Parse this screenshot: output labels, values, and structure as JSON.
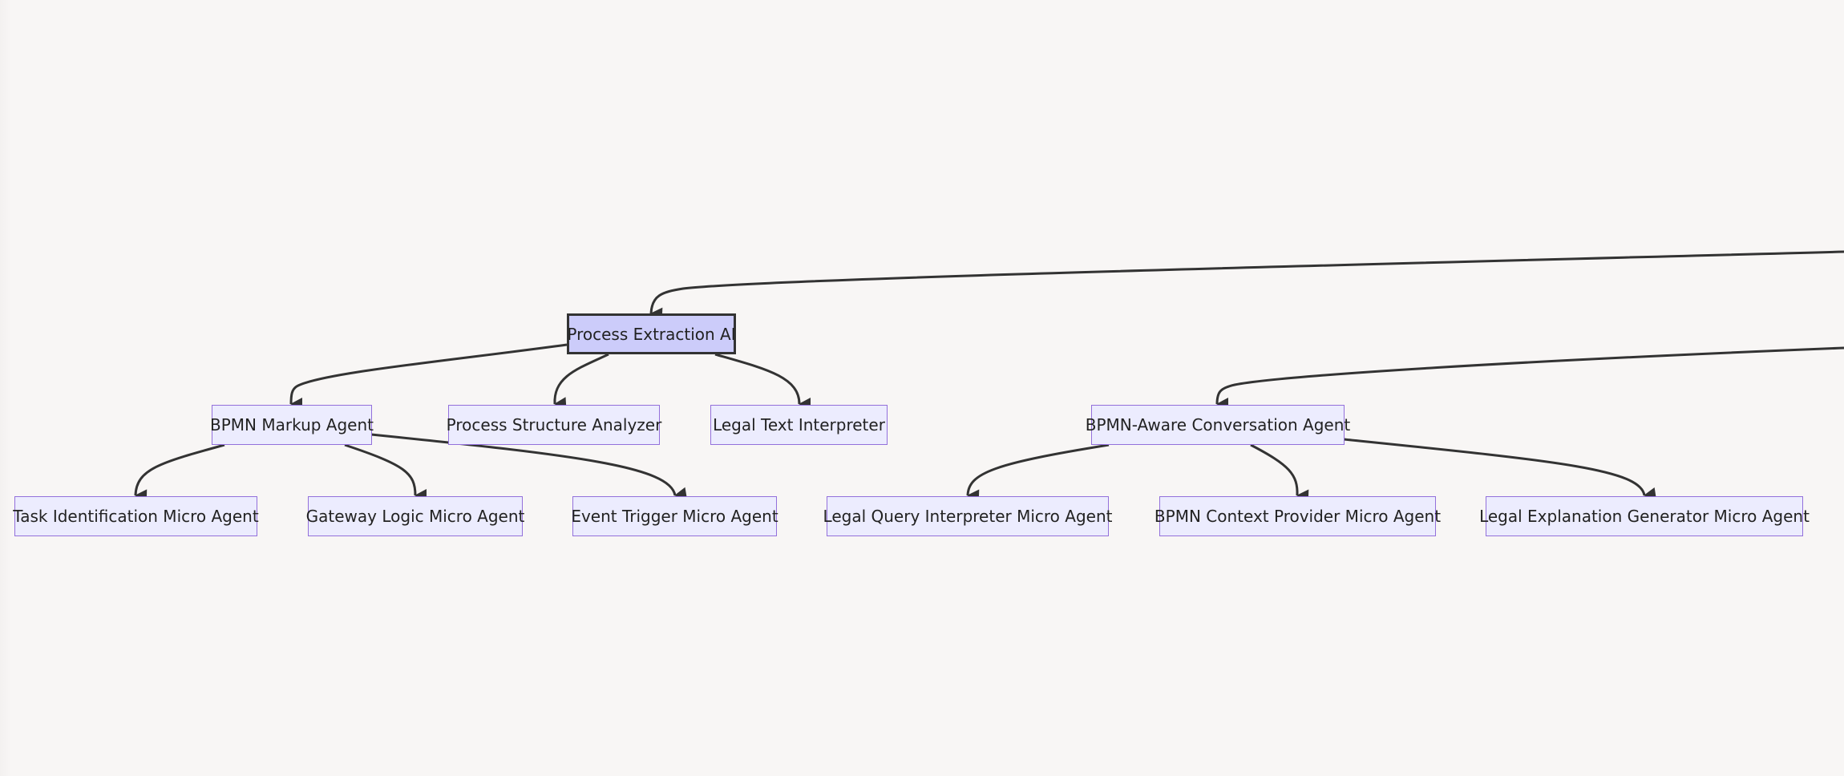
{
  "diagram": {
    "nodes": [
      {
        "id": "process-extraction-ai",
        "label": "Process Extraction AI",
        "primary": true
      },
      {
        "id": "bpmn-markup-agent",
        "label": "BPMN Markup Agent",
        "primary": false
      },
      {
        "id": "process-structure-analyzer",
        "label": "Process Structure Analyzer",
        "primary": false
      },
      {
        "id": "legal-text-interpreter",
        "label": "Legal Text Interpreter",
        "primary": false
      },
      {
        "id": "bpmn-aware-conversation-agent",
        "label": "BPMN-Aware Conversation Agent",
        "primary": false
      },
      {
        "id": "task-identification-micro-agent",
        "label": "Task Identification Micro Agent",
        "primary": false
      },
      {
        "id": "gateway-logic-micro-agent",
        "label": "Gateway Logic Micro Agent",
        "primary": false
      },
      {
        "id": "event-trigger-micro-agent",
        "label": "Event Trigger Micro Agent",
        "primary": false
      },
      {
        "id": "legal-query-interpreter-micro-agent",
        "label": "Legal Query Interpreter Micro Agent",
        "primary": false
      },
      {
        "id": "bpmn-context-provider-micro-agent",
        "label": "BPMN Context Provider Micro Agent",
        "primary": false
      },
      {
        "id": "legal-explanation-generator-micro-agent",
        "label": "Legal Explanation Generator Micro Agent",
        "primary": false
      }
    ],
    "edges": [
      {
        "from": "offscreen-parent",
        "to": "process-extraction-ai"
      },
      {
        "from": "offscreen-parent",
        "to": "bpmn-aware-conversation-agent"
      },
      {
        "from": "process-extraction-ai",
        "to": "bpmn-markup-agent"
      },
      {
        "from": "process-extraction-ai",
        "to": "process-structure-analyzer"
      },
      {
        "from": "process-extraction-ai",
        "to": "legal-text-interpreter"
      },
      {
        "from": "bpmn-markup-agent",
        "to": "task-identification-micro-agent"
      },
      {
        "from": "bpmn-markup-agent",
        "to": "gateway-logic-micro-agent"
      },
      {
        "from": "bpmn-markup-agent",
        "to": "event-trigger-micro-agent"
      },
      {
        "from": "bpmn-aware-conversation-agent",
        "to": "legal-query-interpreter-micro-agent"
      },
      {
        "from": "bpmn-aware-conversation-agent",
        "to": "bpmn-context-provider-micro-agent"
      },
      {
        "from": "bpmn-aware-conversation-agent",
        "to": "legal-explanation-generator-micro-agent"
      }
    ],
    "colors": {
      "node_fill": "#ececfe",
      "node_border": "#9370db",
      "primary_fill": "#ccccfa",
      "primary_border": "#333333",
      "edge": "#333333",
      "background": "#f8f6f5",
      "text": "#222222"
    }
  }
}
